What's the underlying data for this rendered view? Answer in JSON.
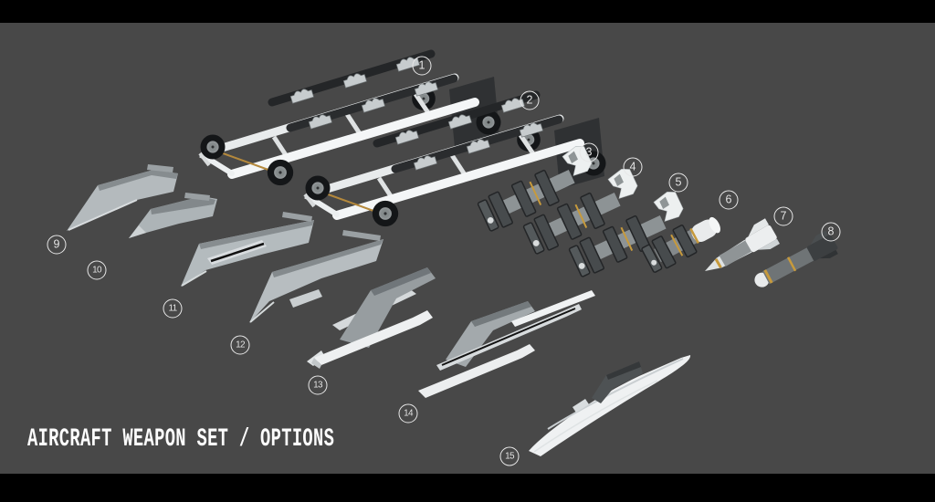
{
  "header": {
    "title": "AIRCRAFT WEAPON SET / OPTIONS"
  },
  "callouts": [
    {
      "label": "1"
    },
    {
      "label": "2"
    },
    {
      "label": "3"
    },
    {
      "label": "4"
    },
    {
      "label": "5"
    },
    {
      "label": "6"
    },
    {
      "label": "7"
    },
    {
      "label": "8"
    },
    {
      "label": "9"
    },
    {
      "label": "10"
    },
    {
      "label": "11"
    },
    {
      "label": "12"
    },
    {
      "label": "13"
    },
    {
      "label": "14"
    },
    {
      "label": "15"
    }
  ],
  "colors": {
    "letterbox": "#000000",
    "viewport_background": "#484848",
    "callout_stroke": "#e7e7e7",
    "title_text": "#fcfcfc",
    "part_white": "#f1f3f4",
    "part_light_gray": "#b6bcbf",
    "part_mid_gray": "#8f9598",
    "part_dark": "#2c2e30",
    "tire_black": "#141618",
    "accent_gold": "#c0933e"
  }
}
